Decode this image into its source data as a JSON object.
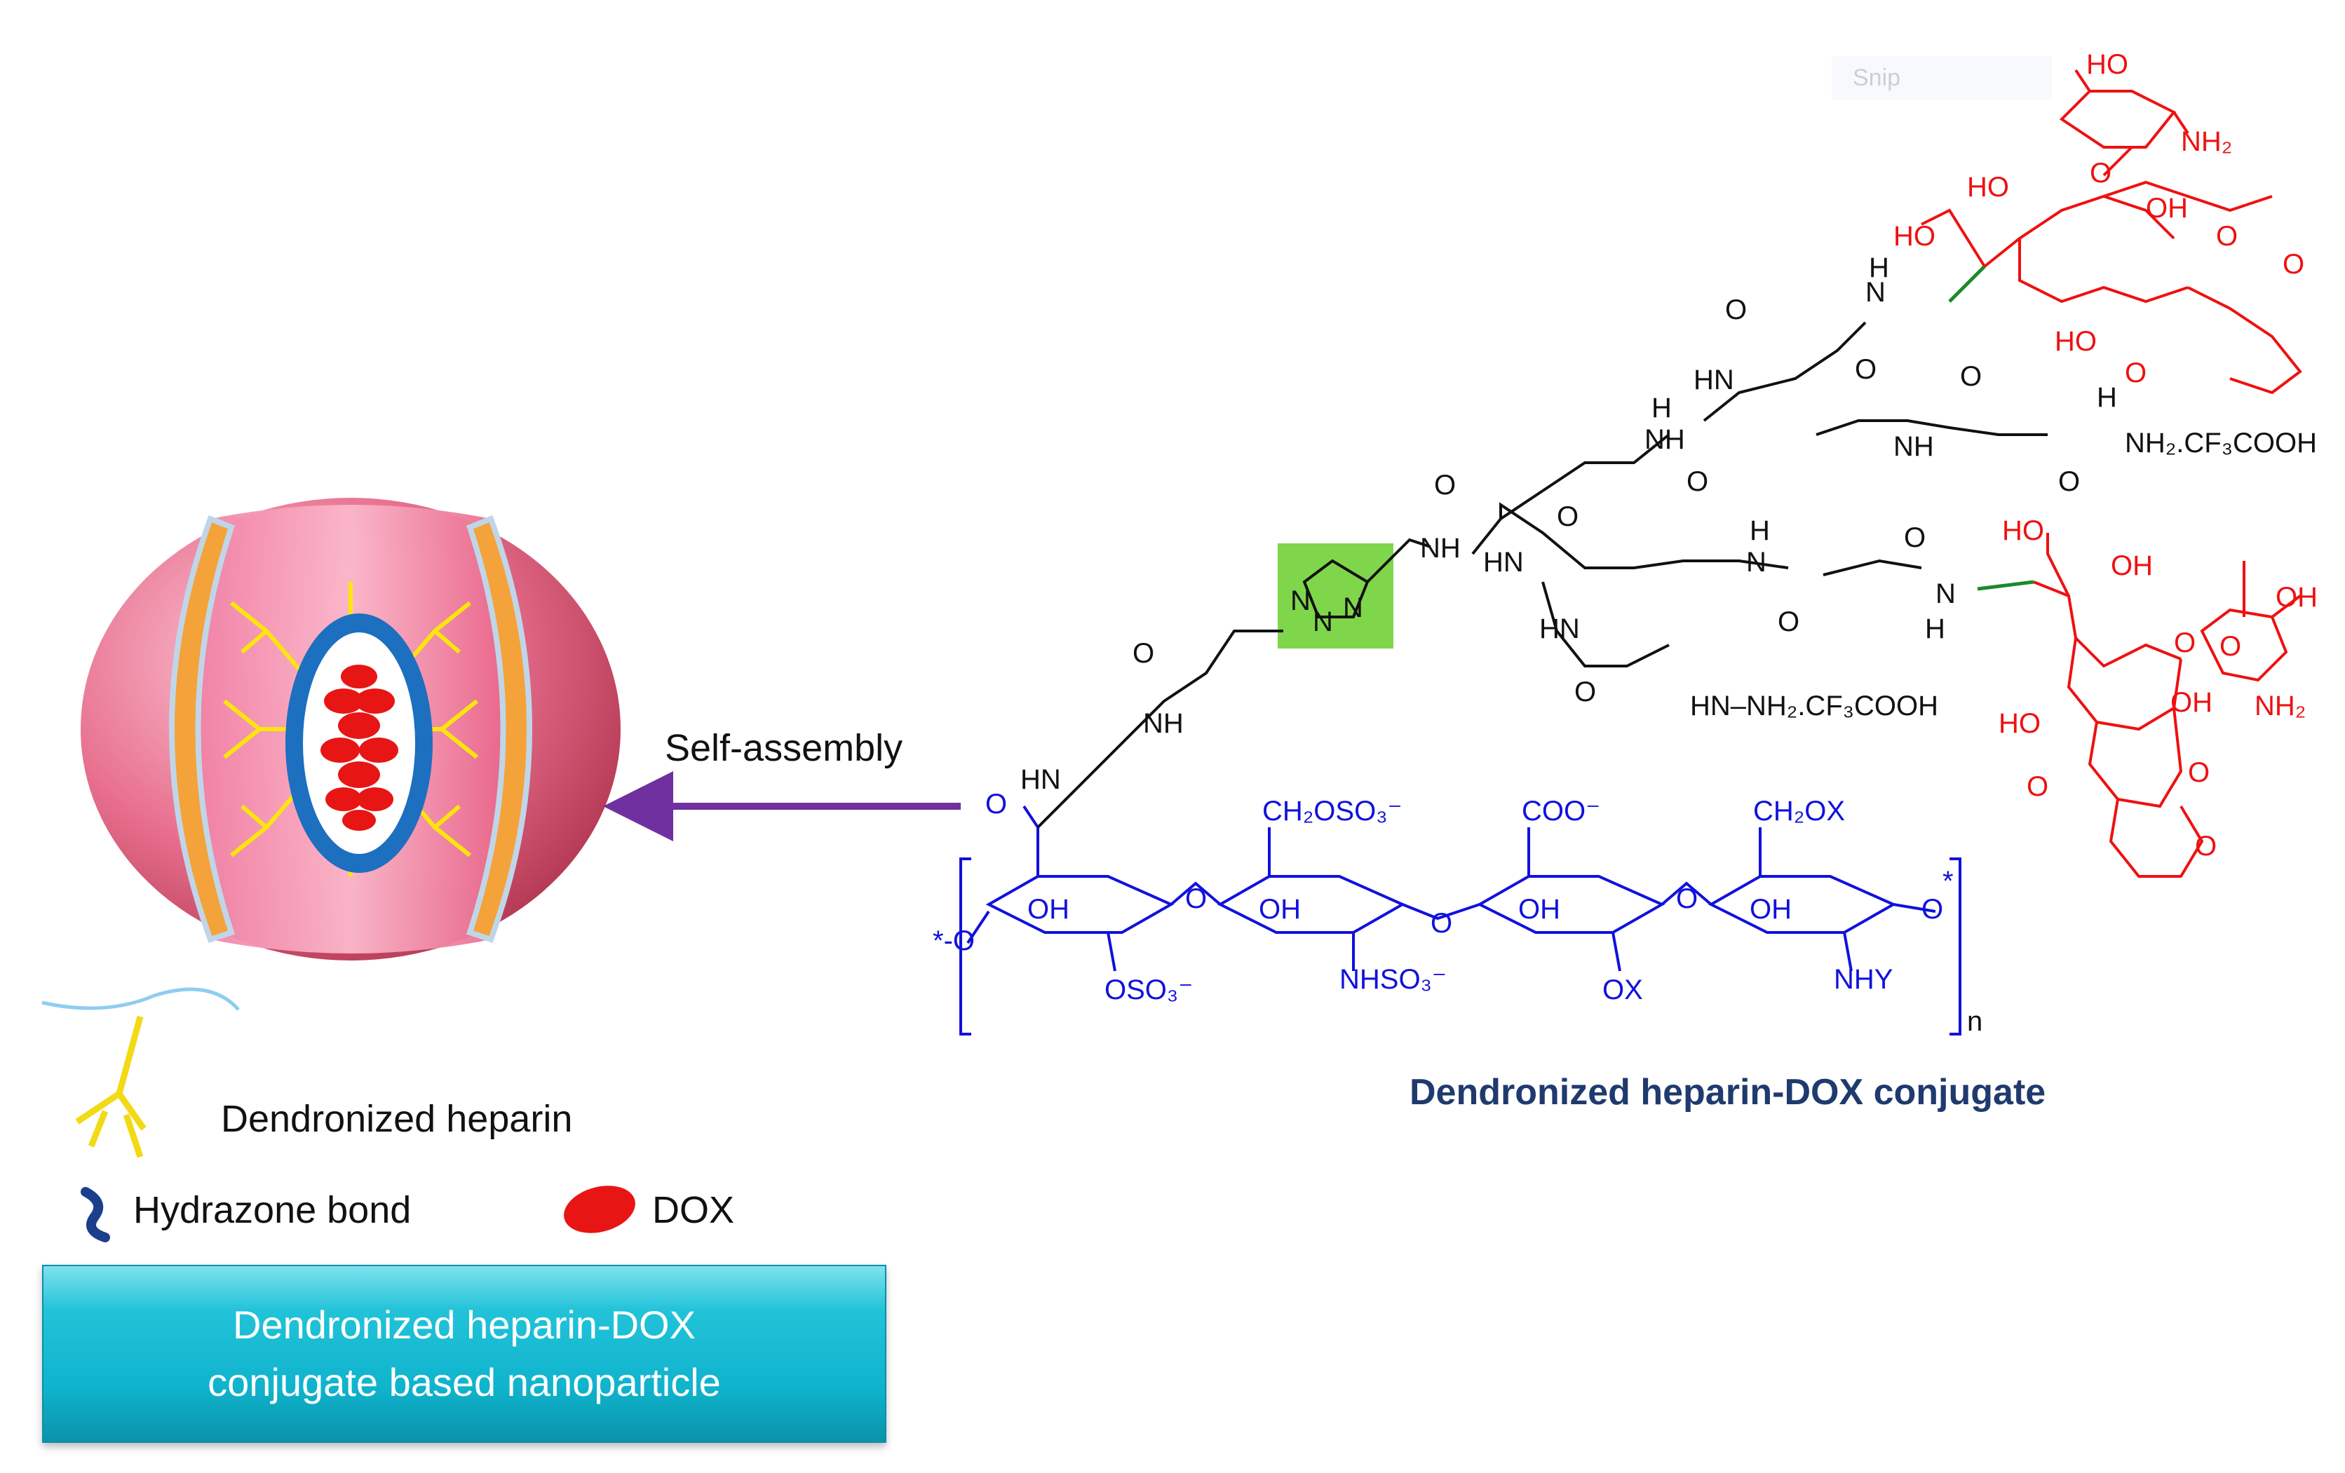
{
  "snip_label": "Snip",
  "arrow_label": "Self-assembly",
  "conjugate_caption": "Dendronized heparin-DOX conjugate",
  "legend": {
    "dendronized": "Dendronized heparin",
    "hydrazone": "Hydrazone bond",
    "dox": "DOX"
  },
  "banner": {
    "line1": "Dendronized heparin-DOX",
    "line2": "conjugate based nanoparticle"
  },
  "colors": {
    "heparin_blue": "#1111dd",
    "dox_red": "#ee1111",
    "linker_black": "#111111",
    "hydrazone_green": "#1a8a2a",
    "triazole_box": "#7fd64a",
    "arrow_purple": "#7030a0",
    "caption_navy": "#1f3a6e"
  },
  "heparin_labels": {
    "ch2oso3": "CH₂OSO₃⁻",
    "coo": "COO⁻",
    "ch2ox": "CH₂OX",
    "oh": "OH",
    "oso3": "OSO₃⁻",
    "nhso3": "NHSO₃⁻",
    "ox": "OX",
    "nhy": "NHY",
    "o": "O",
    "n": "n",
    "star": "*",
    "star_o": "*-O"
  },
  "linker_labels": {
    "hn": "HN",
    "nh": "NH",
    "o": "O",
    "n": "N",
    "h": "H",
    "hydrazide": "NH₂.CF₃COOH",
    "hydrazide_hn": "HN–NH₂.CF₃COOH"
  },
  "dox_labels": {
    "ho": "HO",
    "oh": "OH",
    "nh2": "NH₂",
    "o": "O"
  }
}
